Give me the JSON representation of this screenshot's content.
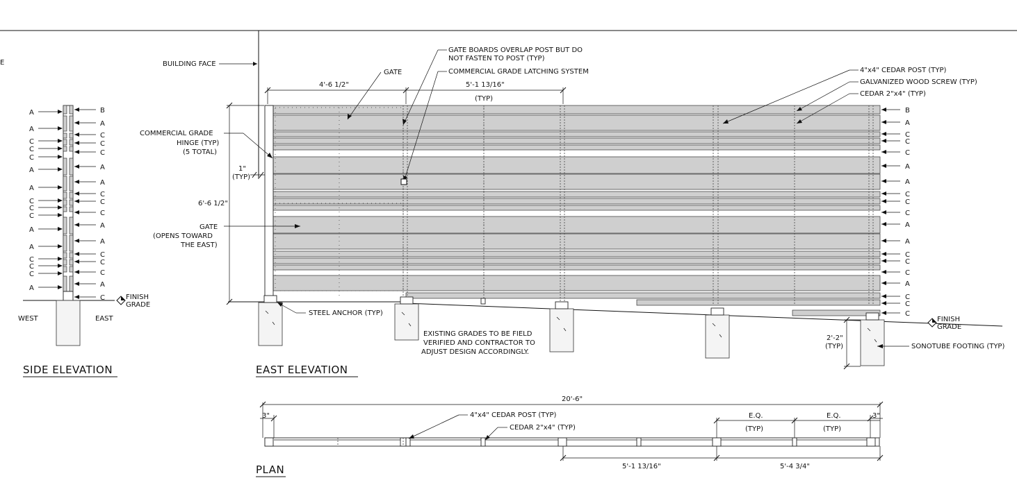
{
  "titles": {
    "side": "SIDE ELEVATION",
    "east": "EAST  ELEVATION",
    "plan": "PLAN"
  },
  "side": {
    "west": "WEST",
    "east": "EAST",
    "finish": [
      "FINISH",
      "GRADE"
    ],
    "left_labels": [
      "A",
      "A",
      "C",
      "C",
      "C",
      "A",
      "A",
      "C",
      "C",
      "C",
      "A",
      "A",
      "C",
      "C",
      "C",
      "A"
    ],
    "right_labels": [
      "B",
      "A",
      "C",
      "C",
      "C",
      "A",
      "A",
      "C",
      "C",
      "C",
      "A",
      "A",
      "C",
      "C",
      "C",
      "A",
      "C"
    ]
  },
  "east": {
    "building_face": "BUILDING FACE",
    "gate": "GATE",
    "gate_boards_note": [
      "GATE BOARDS OVERLAP POST BUT DO",
      "NOT FASTEN TO POST (TYP)"
    ],
    "latching": "COMMERCIAL GRADE LATCHING SYSTEM",
    "dim_gate": "4'-6 1/2\"",
    "dim_span": "5'-1 13/16\"",
    "dim_span_typ": "(TYP)",
    "post_note": "4\"x4\" CEDAR POST (TYP)",
    "screw_note": "GALVANIZED WOOD SCREW (TYP)",
    "cedar_note": "CEDAR 2\"x4\" (TYP)",
    "hinge_note": [
      "COMMERCIAL GRADE",
      "HINGE (TYP)",
      "(5 TOTAL)"
    ],
    "gap_dim": [
      "1\"",
      "(TYP)"
    ],
    "height_dim": "6'-6 1/2\"",
    "gate_opens": [
      "GATE",
      "(OPENS TOWARD",
      "THE EAST)"
    ],
    "steel_anchor": "STEEL ANCHOR (TYP)",
    "grades_note": [
      "EXISTING GRADES TO BE FIELD",
      "VERIFIED AND CONTRACTOR TO",
      "ADJUST DESIGN ACCORDINGLY."
    ],
    "footing_dim": [
      "2'-2\"",
      "(TYP)"
    ],
    "sonotube": "SONOTUBE FOOTING (TYP)",
    "finish": [
      "FINISH",
      "GRADE"
    ],
    "right_labels": [
      "B",
      "A",
      "C",
      "C",
      "C",
      "A",
      "A",
      "C",
      "C",
      "C",
      "A",
      "A",
      "C",
      "C",
      "C",
      "A",
      "C",
      "C",
      "C"
    ]
  },
  "plan": {
    "overall": "20'-6\"",
    "end_dim": "3\"",
    "post_note": "4\"x4\" CEDAR POST (TYP)",
    "cedar_note": "CEDAR 2\"x4\" (TYP)",
    "eq": "E.Q.",
    "typ": "(TYP)",
    "dim_a": "5'-1 13/16\"",
    "dim_b": "5'-4 3/4\""
  },
  "top_left_fragment": "E"
}
